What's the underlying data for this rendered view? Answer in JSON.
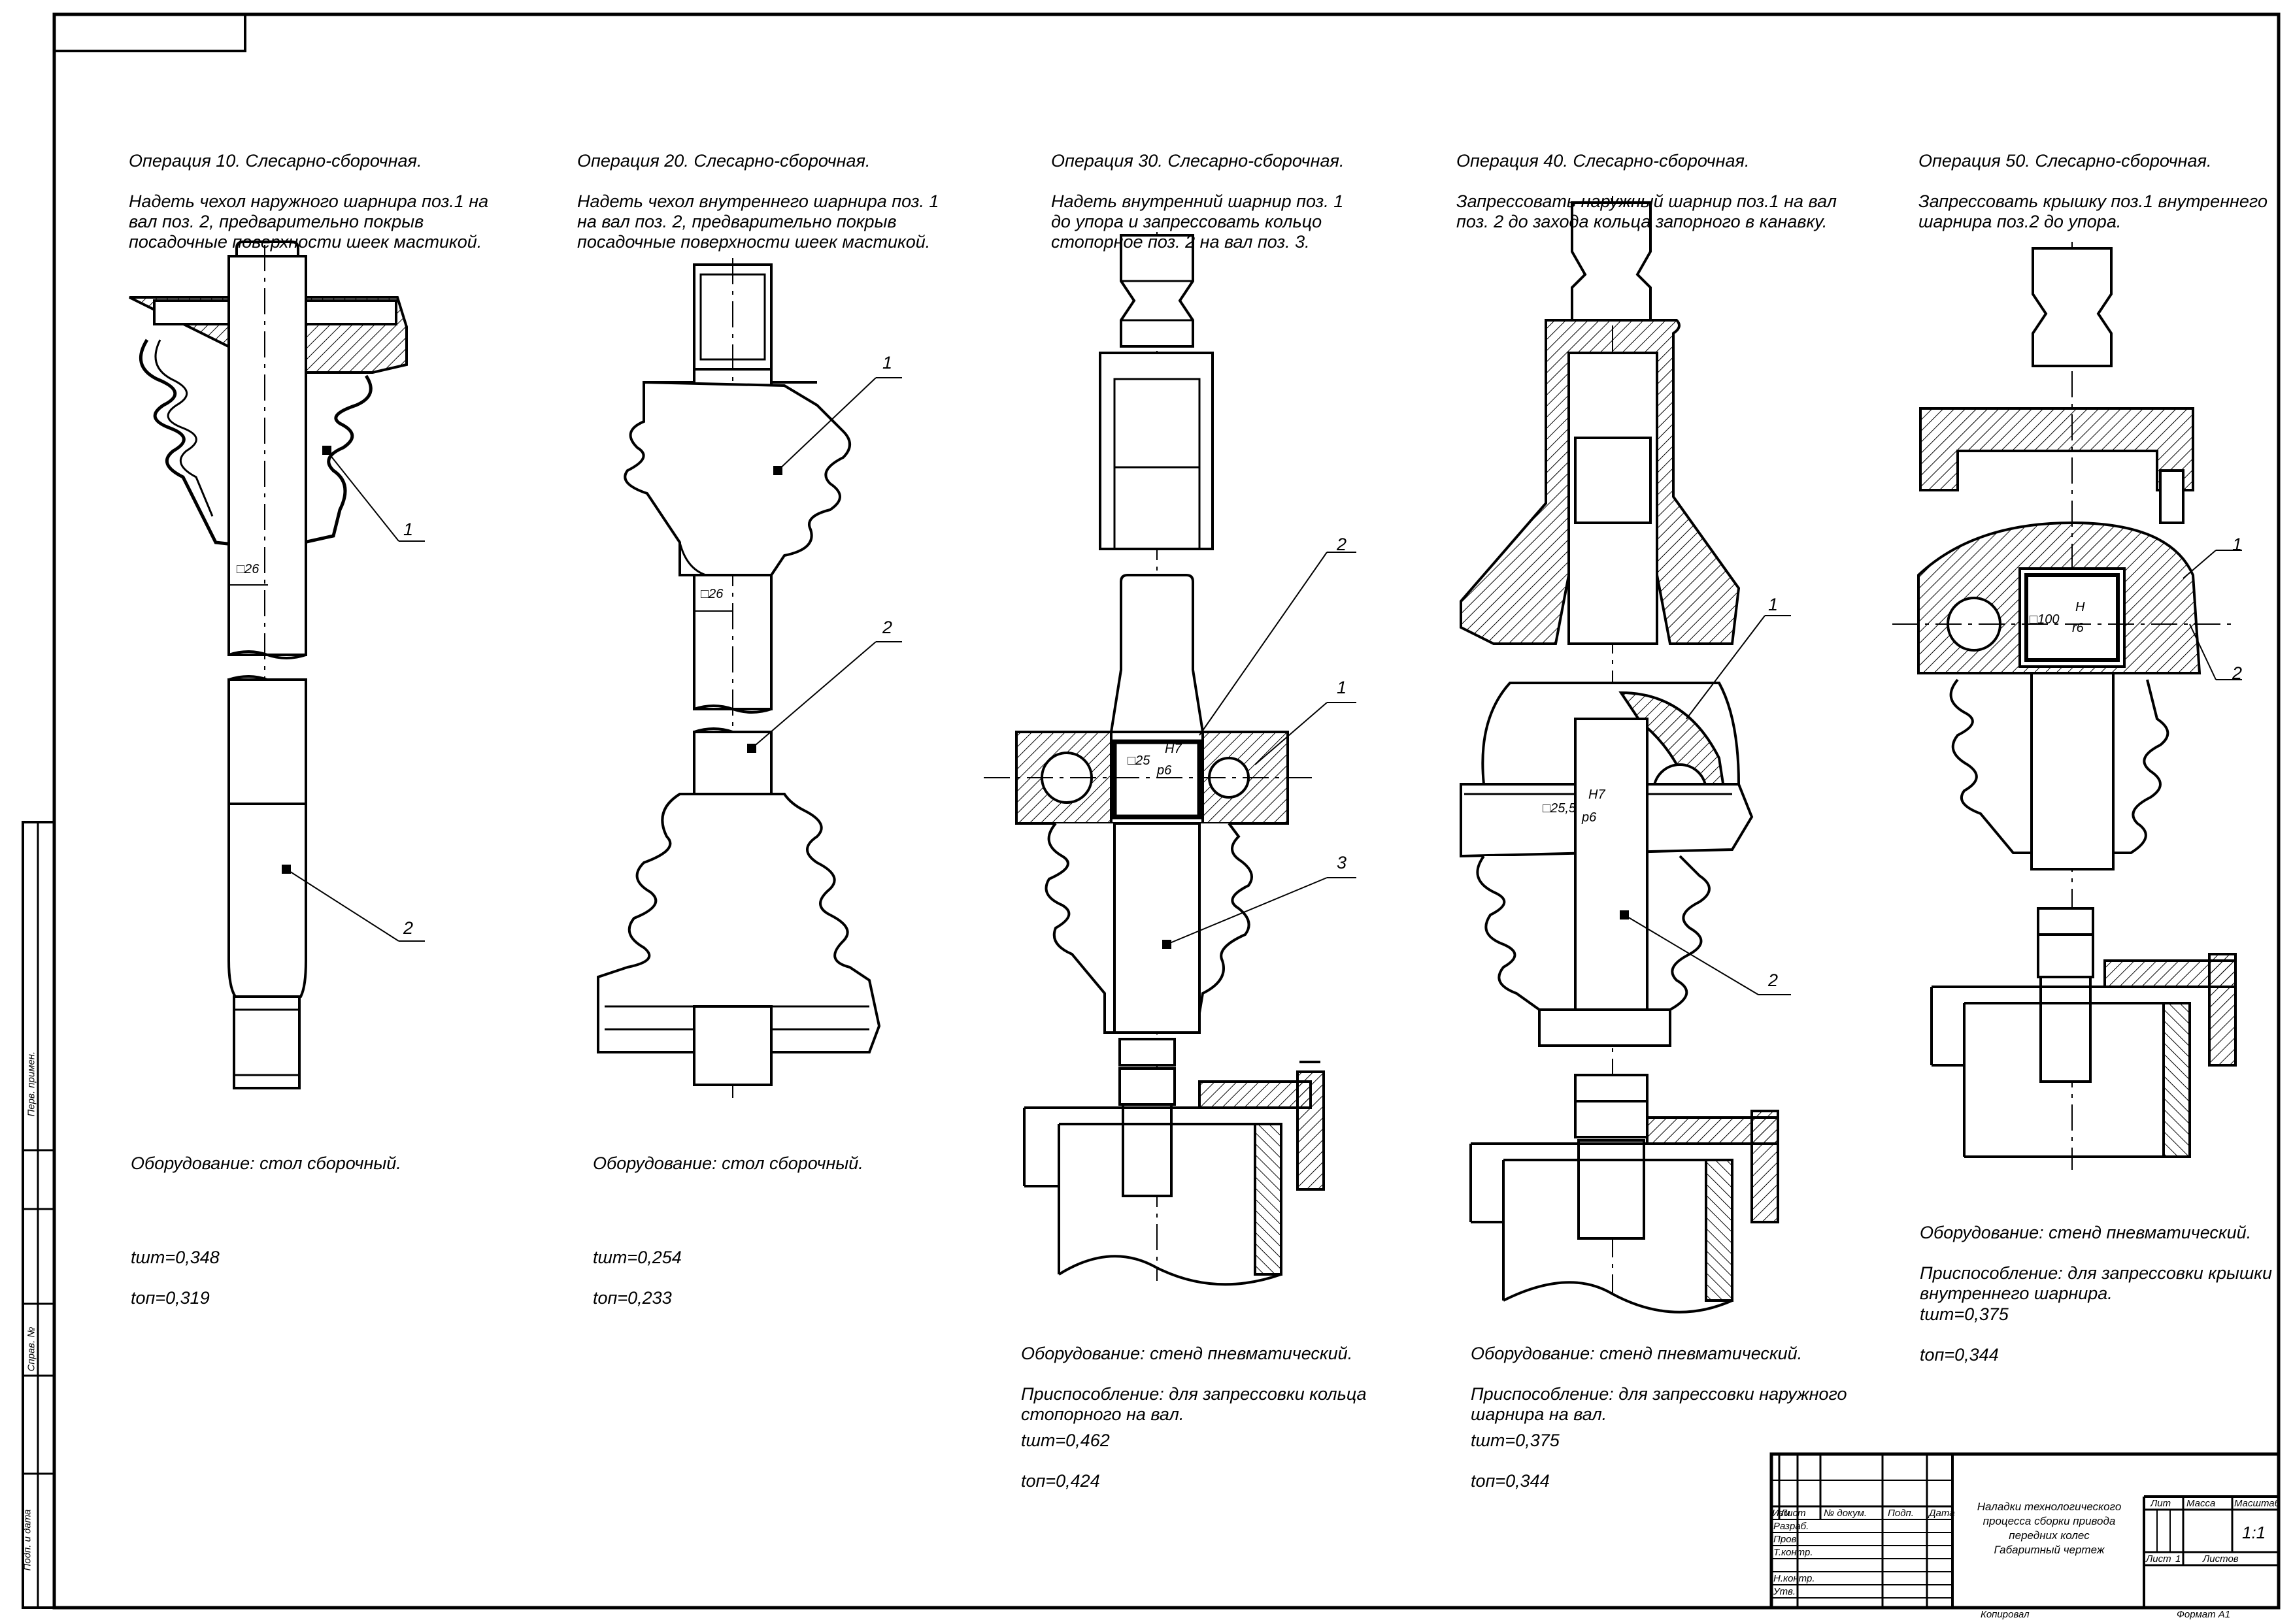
{
  "operations": [
    {
      "title": "Операция 10. Слесарно-сборочная.",
      "description": "Надеть чехол наружного шарнира поз.1 на\nвал поз. 2, предварительно покрыв\nпосадочные поверхности шеек мастикой.",
      "equipment": "Оборудование: стол сборочный.",
      "fixture": "",
      "t_sht": "tшт=0,348",
      "t_op": "tоп=0,319",
      "positions": [
        "1",
        "2"
      ],
      "dimension": "□26"
    },
    {
      "title": "Операция 20. Слесарно-сборочная.",
      "description": "Надеть чехол внутреннего шарнира поз. 1\nна вал поз. 2, предварительно покрыв\nпосадочные поверхности шеек мастикой.",
      "equipment": "Оборудование: стол сборочный.",
      "fixture": "",
      "t_sht": "tшт=0,254",
      "t_op": "tоп=0,233",
      "positions": [
        "1",
        "2"
      ],
      "dimension": "□26"
    },
    {
      "title": "Операция 30. Слесарно-сборочная.",
      "description": "Надеть внутренний шарнир поз. 1\nдо упора и запрессовать кольцо\nстопорное поз. 2 на вал поз. 3.",
      "equipment": "Оборудование: стенд пневматический.",
      "fixture": "Приспособление: для запрессовки кольца\nстопорного на вал.",
      "t_sht": "tшт=0,462",
      "t_op": "tоп=0,424",
      "positions": [
        "2",
        "1",
        "3"
      ],
      "dimension": "□25",
      "fit_top": "H7",
      "fit_bottom": "p6"
    },
    {
      "title": "Операция 40. Слесарно-сборочная.",
      "description": "Запрессовать наружный шарнир поз.1 на вал\nпоз. 2 до захода кольца запорного в канавку.",
      "equipment": "Оборудование: стенд пневматический.",
      "fixture": "Приспособление: для запрессовки наружного\nшарнира на вал.",
      "t_sht": "tшт=0,375",
      "t_op": "tоп=0,344",
      "positions": [
        "1",
        "2"
      ],
      "dimension": "□25,5",
      "fit_top": "H7",
      "fit_bottom": "p6"
    },
    {
      "title": "Операция 50. Слесарно-сборочная.",
      "description": "Запрессовать крышку поз.1 внутреннего\nшарнира поз.2 до упора.",
      "equipment": "Оборудование: стенд пневматический.",
      "fixture": "Приспособление: для запрессовки крышки\nвнутреннего шарнира.",
      "t_sht": "tшт=0,375",
      "t_op": "tоп=0,344",
      "positions": [
        "1",
        "2"
      ],
      "dimension": "□100",
      "fit_top": "H",
      "fit_bottom": "r6"
    }
  ],
  "title_block": {
    "title": "Наладки технологического\nпроцесса сборки привода\nпередних колес\nГабаритный чертеж",
    "header": {
      "izm": "Изм",
      "list": "Лист",
      "doc": "№ докум.",
      "sign": "Подп.",
      "date": "Дата"
    },
    "roles": [
      "Разраб.",
      "Пров.",
      "Т.контр.",
      "",
      "Н.контр.",
      "Утв."
    ],
    "lit": "Лит",
    "mass": "Масса",
    "scale_label": "Масштаб",
    "scale": "1:1",
    "sheet": "Лист",
    "sheet_no": "1",
    "sheets": "Листов",
    "copied": "Копировал",
    "format": "Формат  A1"
  },
  "side_stamp": {
    "perv_primen": "Перв. примен.",
    "sprav": "Справ. №",
    "podp_data": "Подп. и дата"
  }
}
